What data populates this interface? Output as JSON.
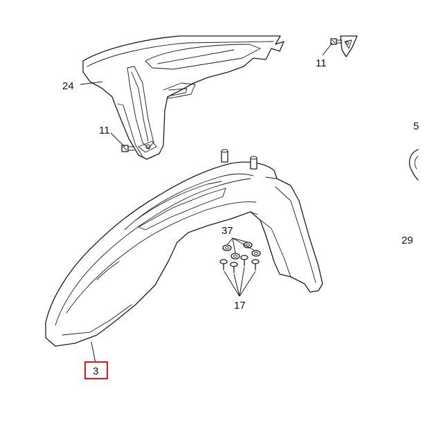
{
  "callouts": [
    {
      "id": "c24",
      "text": "24"
    },
    {
      "id": "c11a",
      "text": "11"
    },
    {
      "id": "c11b",
      "text": "11"
    },
    {
      "id": "c5",
      "text": "5"
    },
    {
      "id": "c29",
      "text": "29"
    },
    {
      "id": "c37",
      "text": "37"
    },
    {
      "id": "c17",
      "text": "17"
    },
    {
      "id": "c3",
      "text": "3",
      "highlighted": true
    }
  ],
  "colors": {
    "highlight": "#e2141b",
    "line": "#1a1a1a",
    "background": "#ffffff"
  }
}
